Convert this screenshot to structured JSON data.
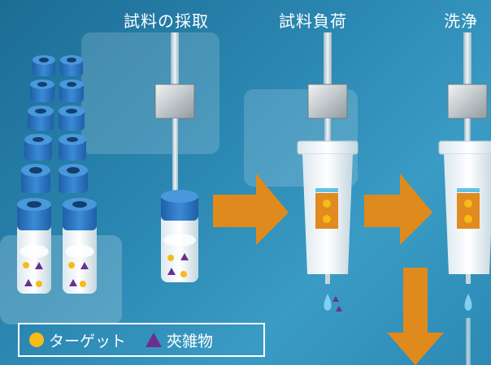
{
  "steps": {
    "sampling": "試料の採取",
    "loading": "試料負荷",
    "washing": "洗浄"
  },
  "legend": {
    "target": "ターゲット",
    "impurity": "夾雑物"
  },
  "colors": {
    "target": "#f5bb17",
    "impurity": "#6b2f8f",
    "arrow": "#df8a1c",
    "vial_cap": "#2e78c4",
    "background": "#2a86b0"
  }
}
